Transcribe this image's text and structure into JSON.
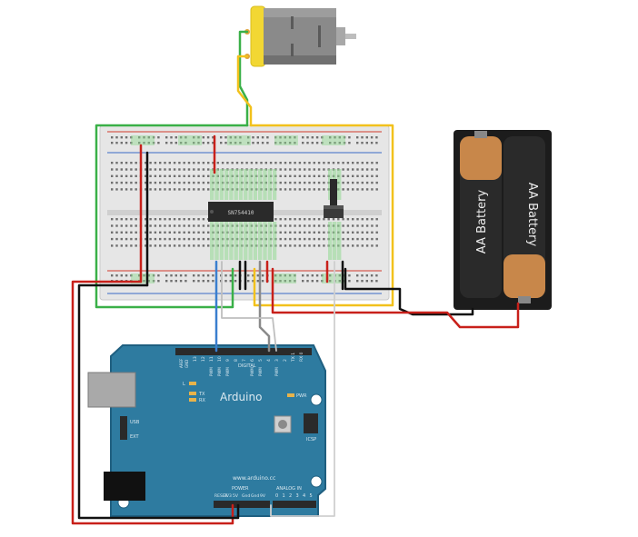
{
  "arduino": {
    "logo": "Arduino",
    "website": "www.arduino.cc",
    "digital_label": "DIGITAL",
    "aref": "AREF",
    "gnd": "GND",
    "digital_pins": [
      "13",
      "12",
      "11",
      "10",
      "9",
      "8",
      "7",
      "6",
      "5",
      "4",
      "3",
      "2",
      "TX 1",
      "RX 0"
    ],
    "pwm": "PWM",
    "led_l": "L",
    "led_tx": "TX",
    "led_rx": "RX",
    "led_pwr": "PWR",
    "icsp": "ICSP",
    "power_select": [
      "USB",
      "EXT"
    ],
    "power_label": "POWER",
    "power_pins": [
      "RESET",
      "3V3",
      "5V",
      "Gnd",
      "Gnd",
      "9V"
    ],
    "analog_label": "ANALOG IN",
    "analog_pins": [
      "0",
      "1",
      "2",
      "3",
      "4",
      "5"
    ],
    "colors": {
      "board": "#2e7ba0",
      "board_dark": "#1f5f80",
      "header": "#2a2a2a"
    }
  },
  "chip": {
    "label": "SN754410"
  },
  "battery": {
    "cells": [
      "AA Battery",
      "AA Battery"
    ],
    "colors": {
      "casing": "#1c1c1c",
      "copper": "#c8874a",
      "cell": "#2a2a2a"
    }
  },
  "motor": {
    "colors": {
      "can": "#8a8a8a",
      "end_cap": "#f2d733"
    }
  },
  "wires": {
    "colors": {
      "red": "#c8201a",
      "black": "#111111",
      "green": "#3ab048",
      "yellow": "#f2c11c",
      "blue": "#3a7fcf",
      "gray": "#9a9a9a"
    }
  },
  "breadboard": {
    "colors": {
      "body": "#e6e6e6",
      "rail_red": "#d13b2c",
      "rail_blue": "#3a6bc7",
      "highlight": "#8fd98f"
    }
  }
}
